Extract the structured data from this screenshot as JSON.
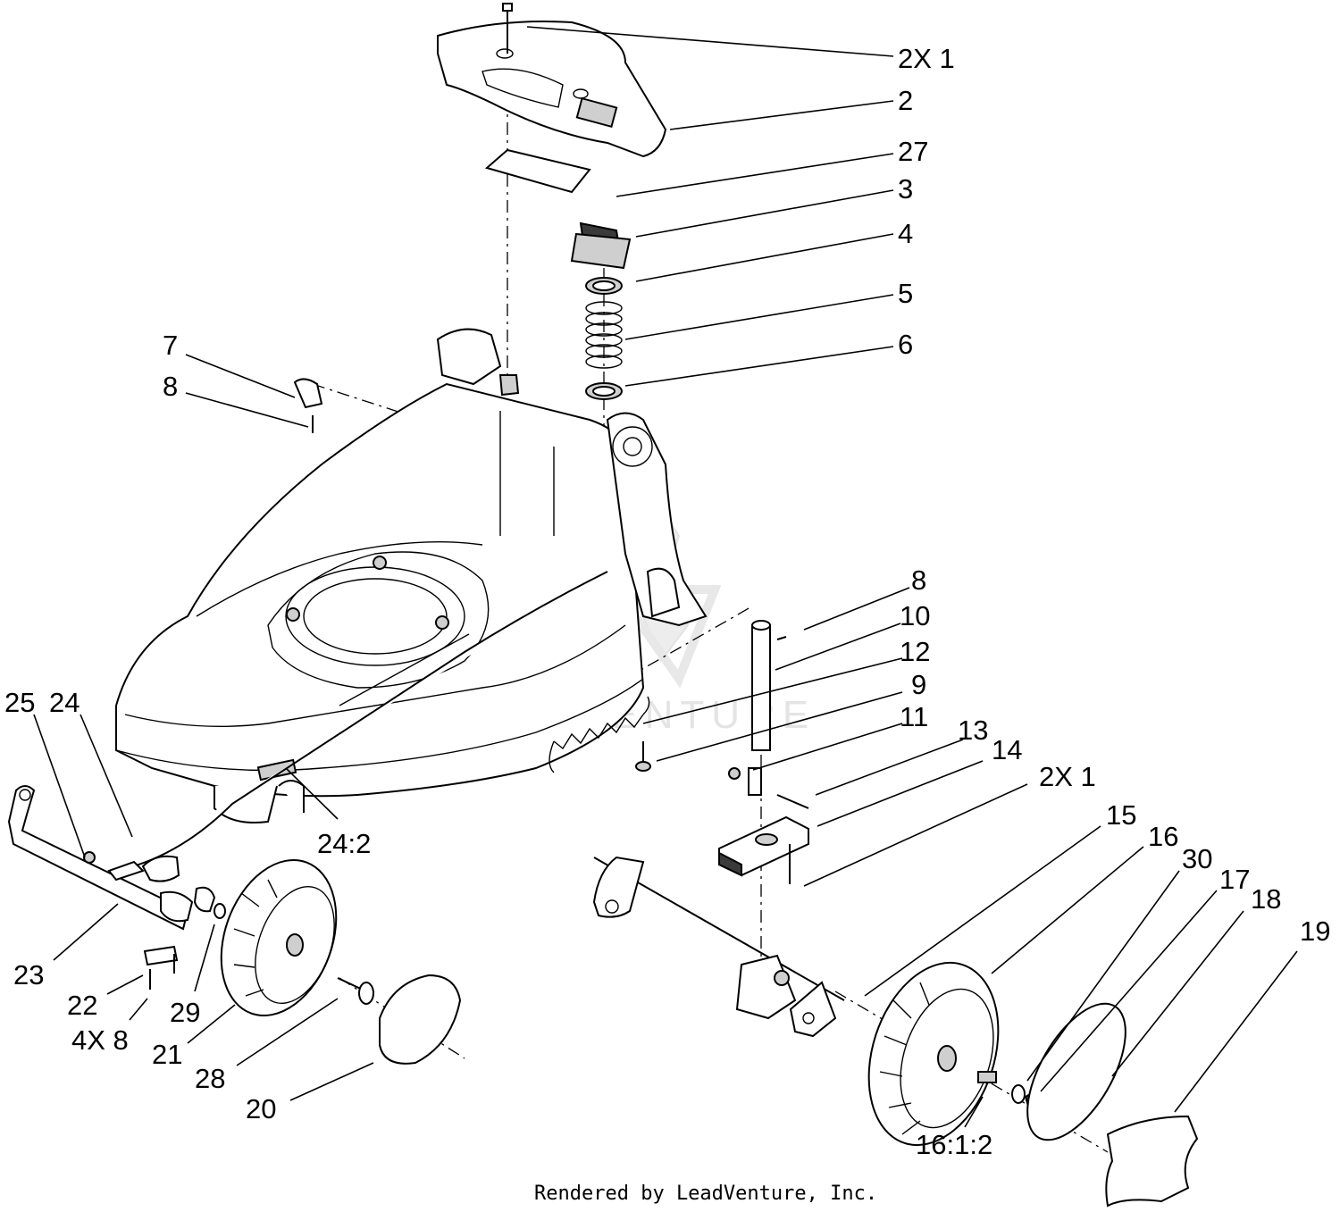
{
  "watermark": "LEADVENTURE",
  "footer": "Rendered by LeadVenture, Inc.",
  "callouts": [
    "2X 1",
    "2",
    "27",
    "3",
    "4",
    "5",
    "6",
    "7",
    "8",
    "8",
    "10",
    "12",
    "9",
    "11",
    "13",
    "14",
    "2X 1",
    "15",
    "16",
    "30",
    "17",
    "18",
    "19",
    "25",
    "24",
    "24:2",
    "23",
    "22",
    "4X 8",
    "29",
    "21",
    "28",
    "20",
    "16:1:2"
  ]
}
